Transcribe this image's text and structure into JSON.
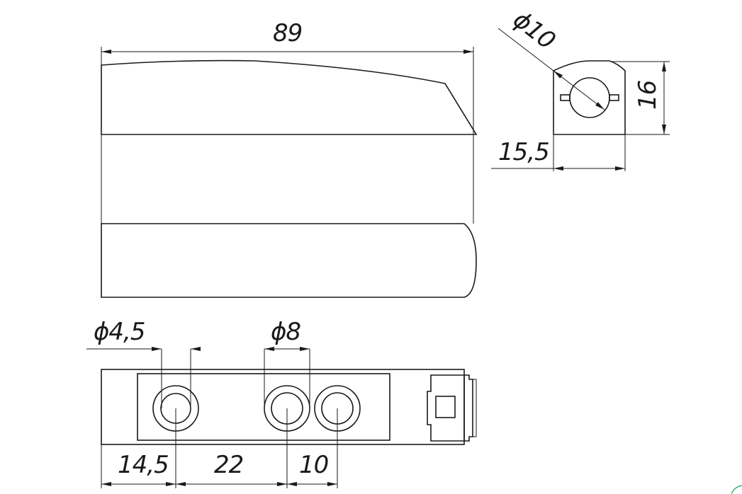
{
  "drawing": {
    "top_view": {
      "length_label": "89"
    },
    "side_view": {
      "hole_label": "ϕ10",
      "height_label": "16",
      "width_label": "15,5"
    },
    "bottom_view": {
      "small_hole_label": "ϕ4,5",
      "large_hole_label": "ϕ8",
      "offset_label": "14,5",
      "spacing_1_label": "22",
      "spacing_2_label": "10"
    },
    "colors": {
      "line": "#1a1a1a",
      "background": "#ffffff"
    }
  }
}
